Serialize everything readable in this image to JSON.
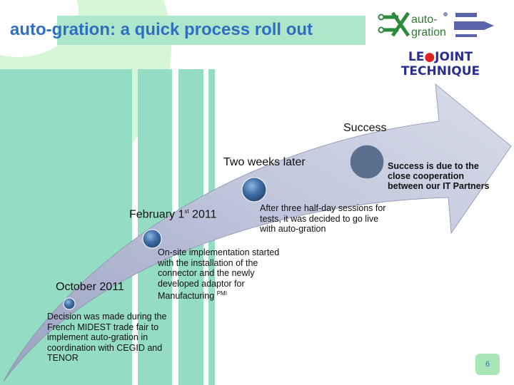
{
  "slide": {
    "title": "auto-gration: a quick process roll out",
    "page_number": "6",
    "logos": {
      "auto_gration": "auto-gration",
      "leo_line1": "LEOJOINT",
      "leo_line2": "TECHNIQUE"
    },
    "colors": {
      "title": "#2e6fc0",
      "stripe": "#94dcc4",
      "band": "#aee6cc",
      "arrow": "#b9bfd8",
      "milestone": "#3f6fa8"
    },
    "milestones": [
      {
        "label": "October 2011",
        "description": "Decision was made during the French MIDEST trade fair to implement auto-gration in coordination with CEGID and TENOR"
      },
      {
        "label": "February 1",
        "label_sup": "st",
        "label_end": " 2011",
        "description": "On-site implementation started with the installation of the connector and the newly developed adaptor for Manufacturing",
        "description_sup": "PMI"
      },
      {
        "label": "Two weeks later",
        "description": "After three half-day sessions for tests, it was decided to go live with auto-gration"
      },
      {
        "label": "Success",
        "description": "Success is due to the close cooperation between our IT Partners"
      }
    ]
  }
}
